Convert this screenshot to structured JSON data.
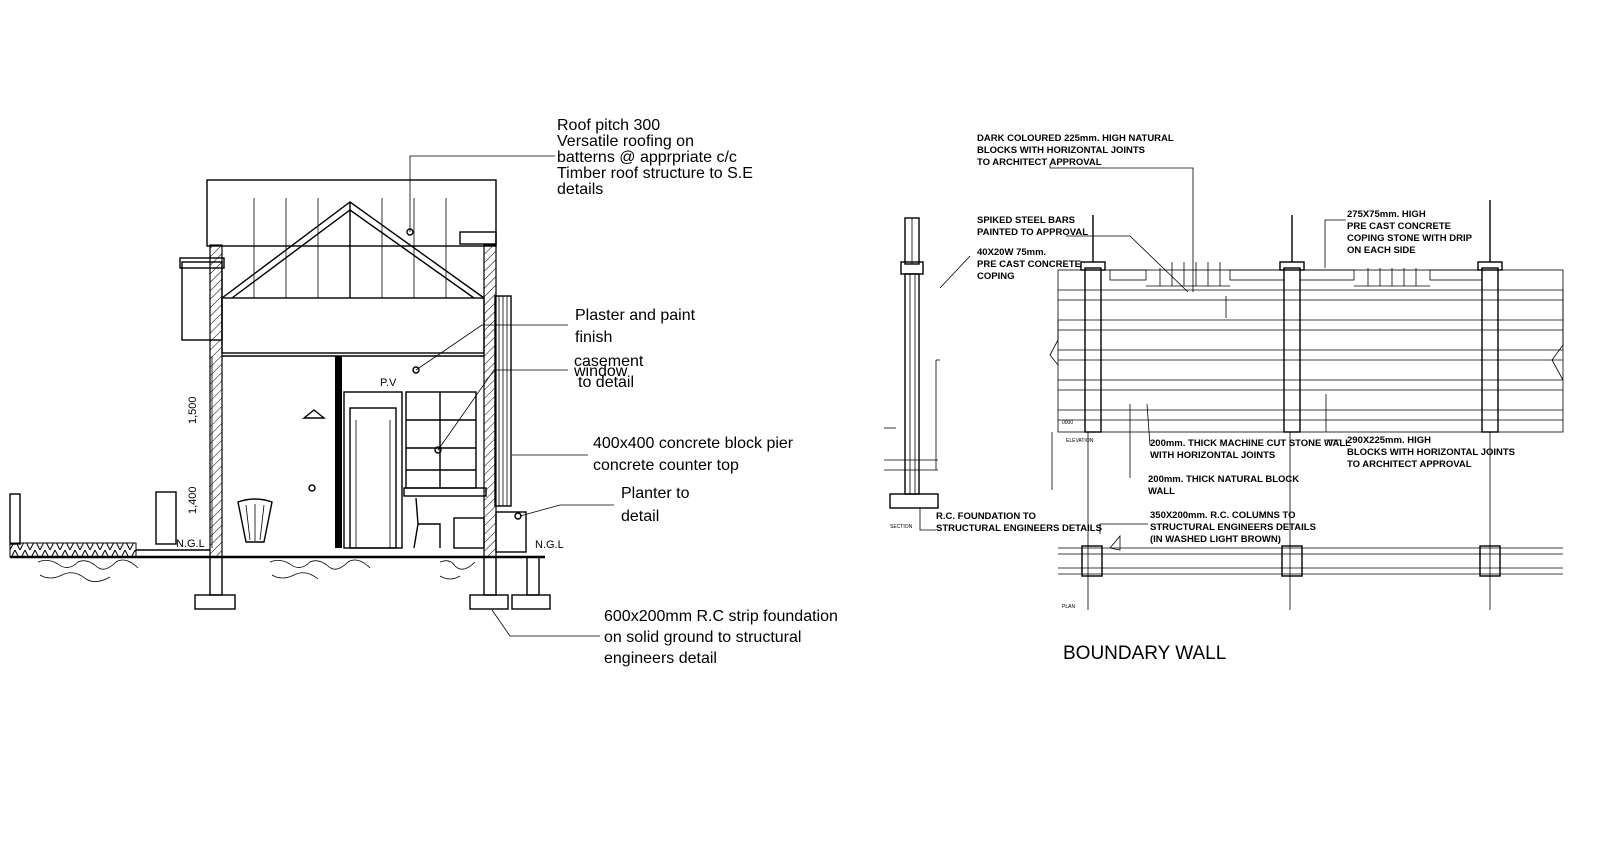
{
  "section": {
    "notes": {
      "roof": [
        "Roof pitch 300",
        "Versatile roofing on",
        "batterns @ apprpriate c/c",
        "Timber roof structure to S.E",
        "details"
      ],
      "plaster": [
        "Plaster and paint",
        "finish"
      ],
      "casement": [
        "casement",
        "window",
        "to detail"
      ],
      "pier": [
        "400x400 concrete block pier",
        "concrete counter top"
      ],
      "planter": [
        "Planter to",
        "detail"
      ],
      "foundation": [
        "600x200mm R.C strip foundation",
        "on solid ground to structural",
        "engineers detail"
      ]
    },
    "dims": {
      "upper": "1,500",
      "lower": "1,400"
    },
    "labels": {
      "pv": "P.V",
      "ngl_left": "N.G.L",
      "ngl_right": "N.G.L"
    }
  },
  "boundary": {
    "title": "BOUNDARY WALL",
    "notes": {
      "blocks_top": [
        "DARK COLOURED 225mm. HIGH NATURAL",
        "BLOCKS WITH HORIZONTAL JOINTS",
        "TO ARCHITECT APPROVAL"
      ],
      "spiked": [
        "SPIKED STEEL BARS",
        "PAINTED TO APPROVAL"
      ],
      "coping_left": [
        "40X20W 75mm.",
        "PRE CAST CONCRETE",
        "COPING"
      ],
      "coping_right": [
        "275X75mm. HIGH",
        "PRE CAST CONCRETE",
        "COPING STONE WITH DRIP",
        "ON EACH SIDE"
      ],
      "stone_wall": [
        "200mm. THICK MACHINE CUT STONE WALL",
        "WITH HORIZONTAL JOINTS"
      ],
      "natural_block": [
        "200mm. THICK NATURAL BLOCK",
        "WALL"
      ],
      "blocks_right": [
        "290X225mm. HIGH",
        "BLOCKS WITH HORIZONTAL JOINTS",
        "TO ARCHITECT APPROVAL"
      ],
      "rc_foundation": [
        "R.C. FOUNDATION TO",
        "STRUCTURAL ENGINEERS DETAILS"
      ],
      "rc_columns": [
        "350X200mm. R.C. COLUMNS TO",
        "STRUCTURAL ENGINEERS DETAILS",
        "(IN WASHED LIGHT BROWN)"
      ]
    },
    "small_labels": {
      "section": "SECTION",
      "elevation": "ELEVATION",
      "plan": "PLAN",
      "mark": "0000"
    }
  }
}
